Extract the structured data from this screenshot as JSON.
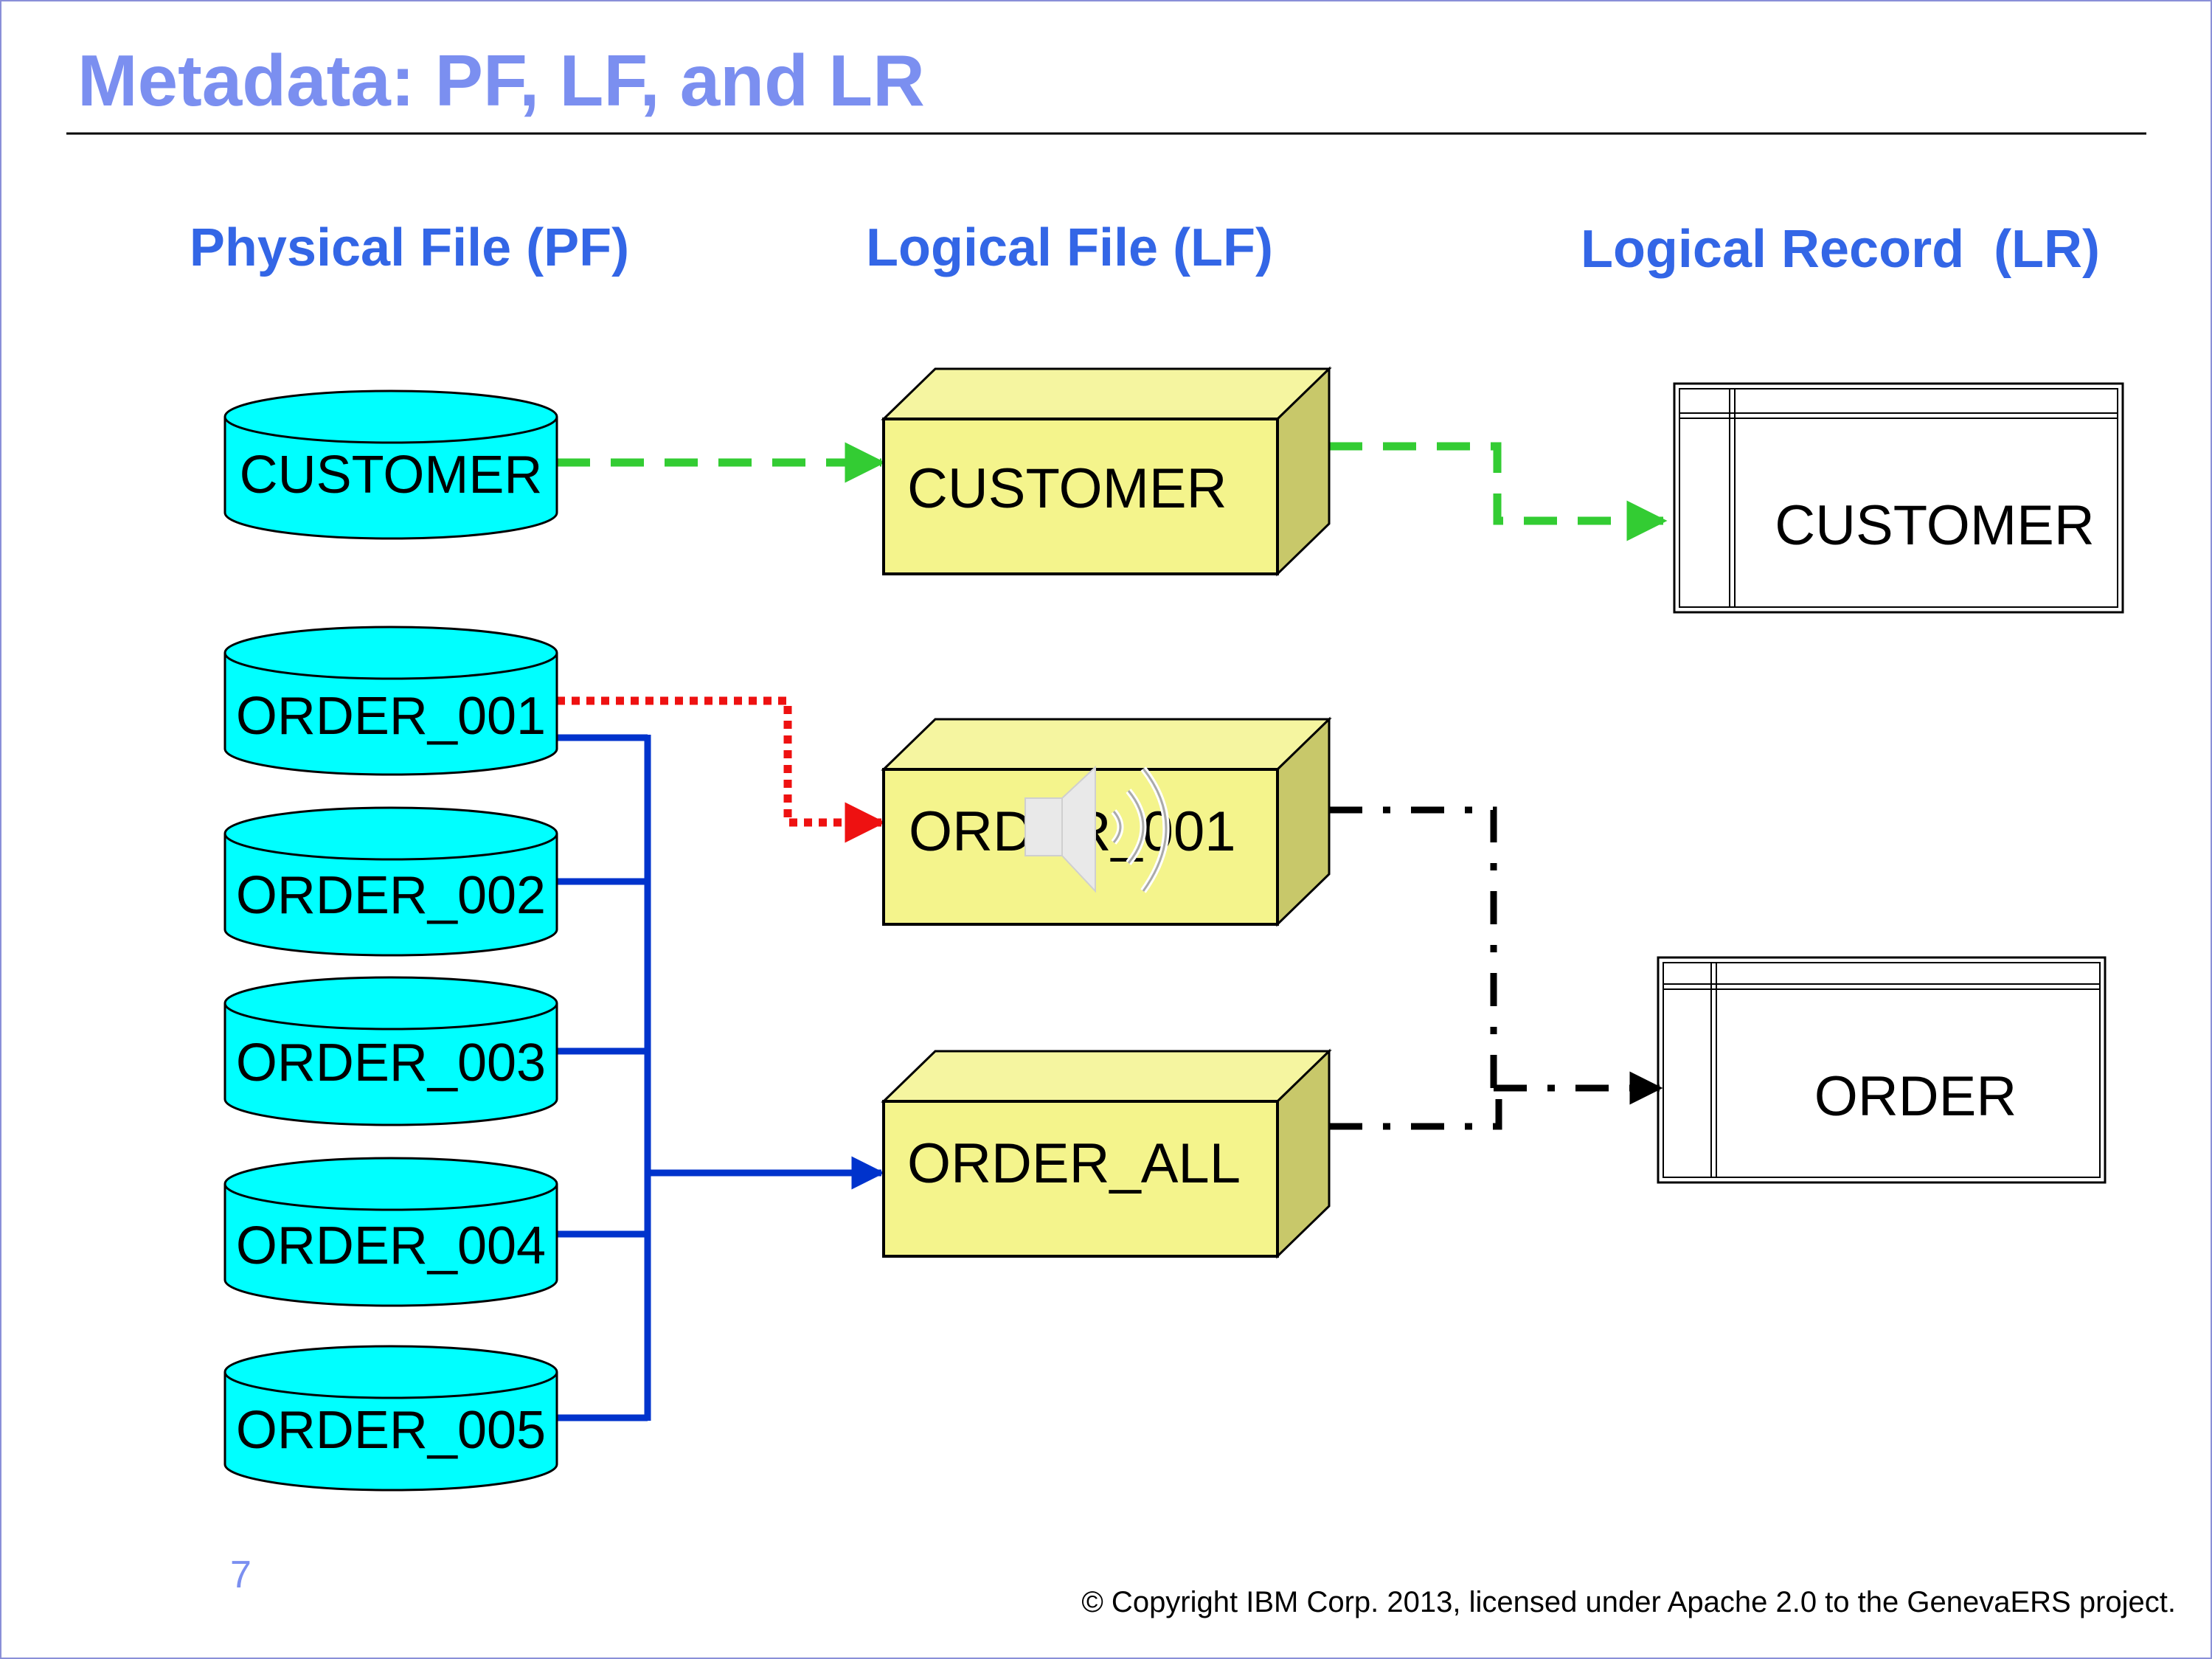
{
  "slide": {
    "title": "Metadata: PF, LF, and LR",
    "page_number": "7",
    "copyright": "© Copyright IBM Corp. 2013, licensed under Apache 2.0 to the GenevaERS project."
  },
  "columns": {
    "pf": "Physical File (PF)",
    "lf": "Logical File (LF)",
    "lr": "Logical Record  (LR)"
  },
  "physical_files": [
    {
      "label": "CUSTOMER"
    },
    {
      "label": "ORDER_001"
    },
    {
      "label": "ORDER_002"
    },
    {
      "label": "ORDER_003"
    },
    {
      "label": "ORDER_004"
    },
    {
      "label": "ORDER_005"
    }
  ],
  "logical_files": [
    {
      "label": "CUSTOMER"
    },
    {
      "label": "ORDER_001"
    },
    {
      "label": "ORDER_ALL"
    }
  ],
  "logical_records": [
    {
      "label": "CUSTOMER"
    },
    {
      "label": "ORDER"
    }
  ],
  "colors": {
    "title": "#7b8ff0",
    "column_header": "#3366e6",
    "cylinder_fill": "#00ffff",
    "box_front": "#f4f48c",
    "box_top": "#f5f5a0",
    "box_side": "#c8c86a",
    "green_link": "#33cc33",
    "red_link": "#ee1111",
    "blue_link": "#0033cc",
    "black_link": "#000000"
  },
  "icons": {
    "audio": "speaker-icon"
  }
}
